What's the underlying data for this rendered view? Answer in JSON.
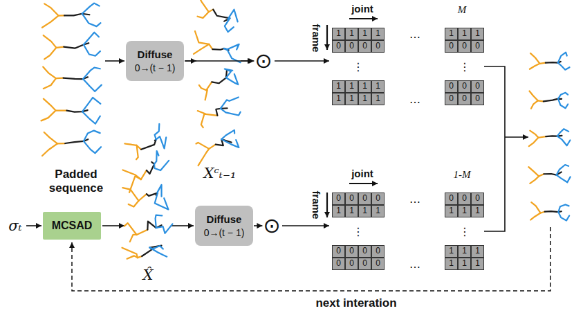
{
  "diagram": {
    "nodes": [
      {
        "text": [
          "Diffuse",
          "0→(t − 1)"
        ]
      },
      {
        "text": [
          "⊙"
        ]
      },
      {
        "text": [
          "MCSAD"
        ]
      },
      {
        "text": [
          "Diffuse",
          "0→(t − 1)"
        ]
      },
      {
        "text": [
          "⊙"
        ]
      }
    ],
    "edges": [
      {
        "from": 0,
        "to": 1,
        "arrow": "to"
      },
      {
        "from": 3,
        "to": 4,
        "arrow": "to"
      }
    ],
    "labels": [
      "Padded sequence",
      "Xᶜₜ₋₁",
      "joint",
      "M",
      "frame",
      "1",
      "1",
      "1",
      "1",
      "1",
      "1",
      "1",
      "0",
      "0",
      "0",
      "0",
      "0",
      "0",
      "0",
      "1",
      "1",
      "1",
      "1",
      "0",
      "0",
      "0",
      "1",
      "1",
      "1",
      "1",
      "0",
      "0",
      "0",
      "…",
      "…",
      "⋮",
      "⋮",
      "σₜ",
      "X̂",
      "joint",
      "1-M",
      "frame",
      "0",
      "0",
      "0",
      "0",
      "0",
      "0",
      "0",
      "1",
      "1",
      "1",
      "1",
      "1",
      "1",
      "1",
      "0",
      "0",
      "0",
      "0",
      "1",
      "1",
      "1",
      "0",
      "0",
      "0",
      "0",
      "1",
      "1",
      "1",
      "…",
      "…",
      "⋮",
      "⋮",
      "next interation"
    ]
  }
}
